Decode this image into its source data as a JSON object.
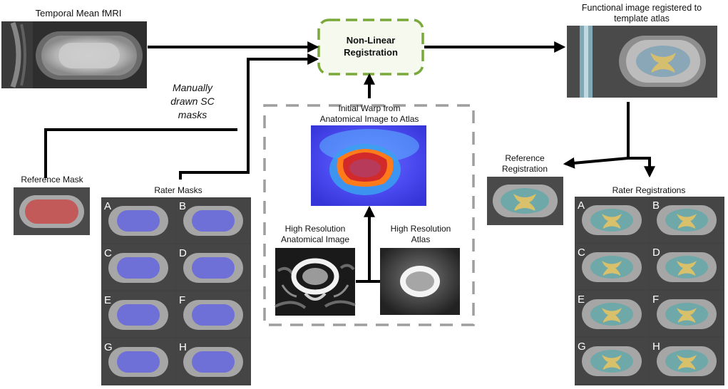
{
  "labels": {
    "temporal_mean": "Temporal Mean fMRI",
    "nonlinear_line1": "Non-Linear",
    "nonlinear_line2": "Registration",
    "functional_line1": "Functional image registered to",
    "functional_line2": "template atlas",
    "manual_line1": "Manually",
    "manual_line2": "drawn SC",
    "manual_line3": "masks",
    "initial_warp_line1": "Initial Warp from",
    "initial_warp_line2": "Anatomical Image to Atlas",
    "reference_mask": "Reference Mask",
    "rater_masks": "Rater Masks",
    "hr_anat_line1": "High Resolution",
    "hr_anat_line2": "Anatomical Image",
    "hr_atlas_line1": "High Resolution",
    "hr_atlas_line2": "Atlas",
    "ref_reg_line1": "Reference",
    "ref_reg_line2": "Registration",
    "rater_registrations": "Rater Registrations"
  },
  "rater_letters": [
    "A",
    "B",
    "C",
    "D",
    "E",
    "F",
    "G",
    "H"
  ],
  "colors": {
    "dashed_green": "#7aa83a",
    "dashed_gray": "#9e9e9e",
    "mask_blue": "#6f6fd8",
    "mask_red": "#c25a5a",
    "atlas_teal": "#6fa8a8",
    "butterfly_yellow": "#d9c06a"
  }
}
